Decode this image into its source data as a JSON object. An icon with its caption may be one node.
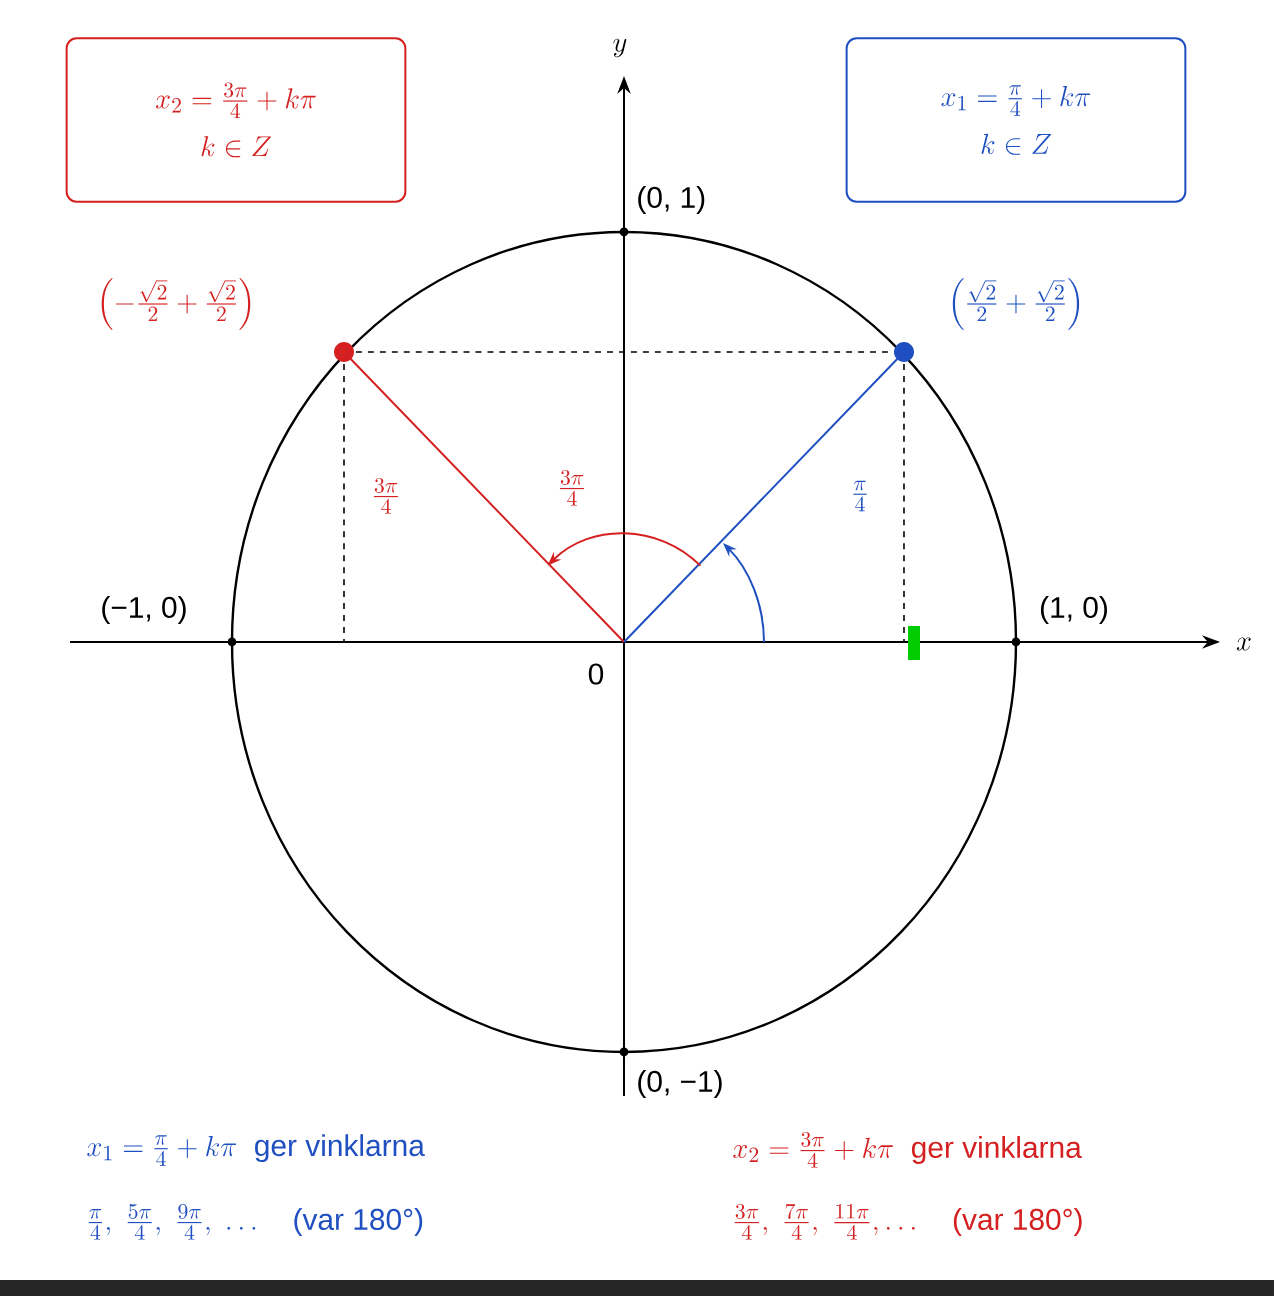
{
  "diagram": {
    "nodes": [
      {
        "text": [
          "x_2 = \\frac{3\\pi}{4} + k\\pi",
          "k \\in Z"
        ]
      },
      {
        "text": [
          "x_1 = \\frac{\\pi}{4} + k\\pi",
          "k \\in Z"
        ]
      }
    ],
    "labels": [
      "y",
      "(0, 1)",
      "\\left(-\\frac{\\sqrt{2}}{2}+\\frac{\\sqrt{2}}{2}\\right)",
      "\\left(\\frac{\\sqrt{2}}{2}+\\frac{\\sqrt{2}}{2}\\right)",
      "\\frac{3\\pi}{4}",
      "\\frac{3\\pi}{4}",
      "\\frac{\\pi}{4}",
      "(−1, 0)",
      "(1, 0)",
      "x",
      "0",
      "(0, −1)",
      "x_1 = \\frac{\\pi}{4} + k\\pi\\ \\text{ ger vinklarna}",
      "x_2 = \\frac{3\\pi}{4} + k\\pi\\ \\text{ ger vinklarna}",
      "\\frac{\\pi}{4},\\ \\frac{5\\pi}{4},\\ \\frac{9\\pi}{4},\\ \\ldots\\quad\\text{(var 180°)}",
      "\\frac{3\\pi}{4},\\ \\frac{7\\pi}{4},\\ \\frac{11\\pi}{4}, \\ldots\\quad\\text{(var 180°)}"
    ]
  }
}
